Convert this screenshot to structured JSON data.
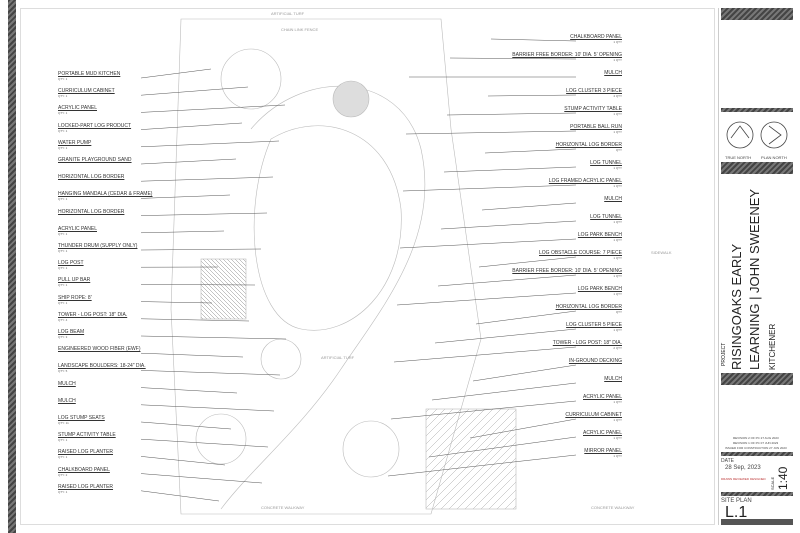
{
  "drawing": {
    "site_labels": [
      "ARTIFICIAL TURF",
      "CHAIN LINK FENCE",
      "ARTIFICIAL TURF",
      "CONCRETE WALKWAY",
      "CONCRETE WALKWAY",
      "SIDEWALK"
    ],
    "left_callouts": [
      {
        "name": "PORTABLE MUD KITCHEN",
        "qty": "QTY: 1"
      },
      {
        "name": "CURRICULUM CABINET",
        "qty": "QTY: 1"
      },
      {
        "name": "ACRYLIC PANEL",
        "qty": "QTY: 1"
      },
      {
        "name": "LOCKED-PART LOG PRODUCT",
        "qty": "QTY: 1"
      },
      {
        "name": "WATER PUMP",
        "qty": "QTY: 1"
      },
      {
        "name": "GRANITE PLAYGROUND SAND",
        "qty": ""
      },
      {
        "name": "HORIZONTAL LOG BORDER",
        "qty": ""
      },
      {
        "name": "HANGING MANDALA (CEDAR & FRAME)",
        "qty": "QTY: 1"
      },
      {
        "name": "HORIZONTAL LOG BORDER",
        "qty": ""
      },
      {
        "name": "ACRYLIC PANEL",
        "qty": "QTY: 1"
      },
      {
        "name": "THUNDER DRUM (SUPPLY ONLY)",
        "qty": "QTY: 1"
      },
      {
        "name": "LOG POST",
        "qty": "QTY: 1"
      },
      {
        "name": "PULL UP BAR",
        "qty": "QTY: 1"
      },
      {
        "name": "SHIP ROPE: 8'",
        "qty": "QTY: 1"
      },
      {
        "name": "TOWER - LOG POST: 18\" DIA.",
        "qty": "QTY: 4"
      },
      {
        "name": "LOG BEAM",
        "qty": "QTY: 3"
      },
      {
        "name": "ENGINEERED WOOD FIBER (EWF)",
        "qty": ""
      },
      {
        "name": "LANDSCAPE BOULDERS: 18-24\" DIA.",
        "qty": "QTY: 5"
      },
      {
        "name": "MULCH",
        "qty": ""
      },
      {
        "name": "MULCH",
        "qty": ""
      },
      {
        "name": "LOG STUMP SEATS",
        "qty": "QTY: 11"
      },
      {
        "name": "STUMP ACTIVITY TABLE",
        "qty": "QTY: 1"
      },
      {
        "name": "RAISED LOG PLANTER",
        "qty": "QTY: 1"
      },
      {
        "name": "CHALKBOARD PANEL",
        "qty": "QTY: 2"
      },
      {
        "name": "RAISED LOG PLANTER",
        "qty": "QTY: 1"
      }
    ],
    "right_callouts": [
      {
        "name": "CHALKBOARD PANEL",
        "qty": "1 QTY"
      },
      {
        "name": "BARRIER FREE BORDER: 10' DIA. 5' OPENING",
        "qty": "1 QTY"
      },
      {
        "name": "MULCH",
        "qty": ""
      },
      {
        "name": "LOG CLUSTER 3 PIECE",
        "qty": "4 QTY"
      },
      {
        "name": "STUMP ACTIVITY TABLE",
        "qty": "1 QTY"
      },
      {
        "name": "PORTABLE BALL RUN",
        "qty": "1 QTY"
      },
      {
        "name": "HORIZONTAL LOG BORDER",
        "qty": "QTY"
      },
      {
        "name": "LOG TUNNEL",
        "qty": "1 QTY"
      },
      {
        "name": "LOG FRAMED ACRYLIC PANEL",
        "qty": "1 QTY"
      },
      {
        "name": "MULCH",
        "qty": ""
      },
      {
        "name": "LOG TUNNEL",
        "qty": "1 QTY"
      },
      {
        "name": "LOG PARK BENCH",
        "qty": "1 QTY"
      },
      {
        "name": "LOG OBSTACLE COURSE: 7 PIECE",
        "qty": "1 QTY"
      },
      {
        "name": "BARRIER FREE BORDER: 10' DIA. 5' OPENING",
        "qty": "1 QTY"
      },
      {
        "name": "LOG PARK BENCH",
        "qty": "1 QTY"
      },
      {
        "name": "HORIZONTAL LOG BORDER",
        "qty": "QTY"
      },
      {
        "name": "LOG CLUSTER 5 PIECE",
        "qty": "1 QTY"
      },
      {
        "name": "TOWER - LOG POST: 18\" DIA.",
        "qty": "2 QTY"
      },
      {
        "name": "IN-GROUND DECKING",
        "qty": ""
      },
      {
        "name": "MULCH",
        "qty": ""
      },
      {
        "name": "ACRYLIC PANEL",
        "qty": "1 QTY"
      },
      {
        "name": "CURRICULUM CABINET",
        "qty": "1 QTY"
      },
      {
        "name": "ACRYLIC PANEL",
        "qty": "1 QTY"
      },
      {
        "name": "MIRROR PANEL",
        "qty": "1 QTY"
      }
    ]
  },
  "title_block": {
    "true_north": "TRUE NORTH",
    "plan_north": "PLAN NORTH",
    "project_label": "PROJECT",
    "project_line1": "RISINGOAKS EARLY",
    "project_line2": "LEARNING | JOHN SWEENEY",
    "location": "KITCHENER",
    "revisions": [
      "REVISION 2 OF PC   27 AUG 2023",
      "REVISION 1 OF PC   07 JUN 2023",
      "ISSUED FOR CONSTRUCTION   27 JUN 2023"
    ],
    "date_label": "DATE",
    "date": "28 Sep, 2023",
    "drawn_labels": [
      "DRAWN",
      "REVIEWED",
      "DESIGNED"
    ],
    "scale_label": "SCALE",
    "scale": "1:40",
    "sheet_title": "SITE PLAN",
    "sheet_number": "L.1"
  }
}
